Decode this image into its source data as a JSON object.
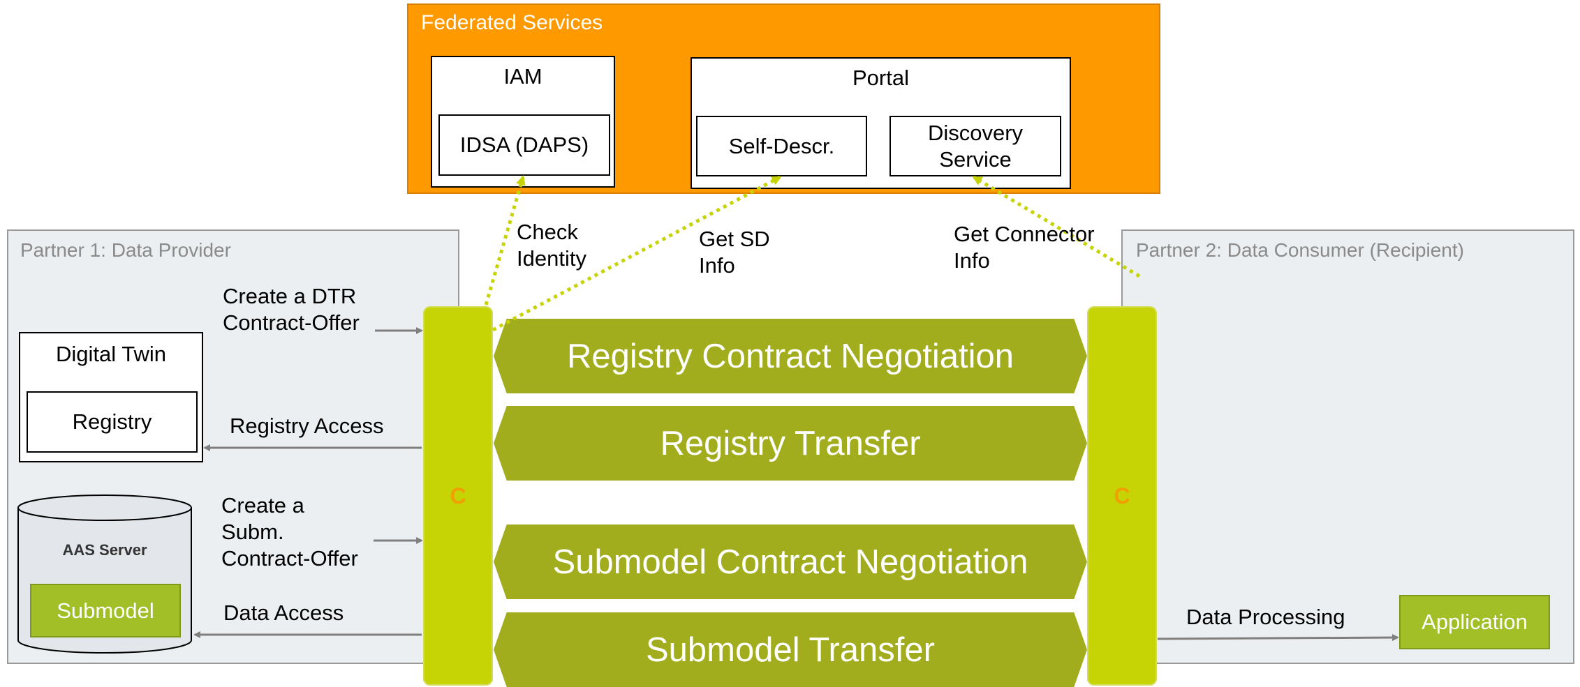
{
  "federated": {
    "title": "Federated Services",
    "iam_label": "IAM",
    "idsa_label": "IDSA (DAPS)",
    "portal_label": "Portal",
    "selfdescr_label": "Self-Descr.",
    "discovery_label": "Discovery Service"
  },
  "partner1": {
    "title": "Partner 1:  Data Provider",
    "digital_twin_label": "Digital Twin",
    "registry_label": "Registry",
    "aas_server_label": "AAS Server",
    "submodel_label": "Submodel"
  },
  "partner2": {
    "title": "Partner 2:  Data Consumer (Recipient)",
    "application_label": "Application"
  },
  "flows": {
    "create_dtr_offer": "Create a DTR Contract-Offer",
    "registry_access": "Registry Access",
    "create_subm_offer": "Create a Subm. Contract-Offer",
    "data_access": "Data Access",
    "data_processing": "Data Processing",
    "check_identity": "Check Identity",
    "get_sd_info": "Get SD Info",
    "get_connector_info": "Get Connector Info"
  },
  "connectors": {
    "left_label": "C",
    "right_label": "C"
  },
  "bands": {
    "registry_negotiation": "Registry Contract Negotiation",
    "registry_transfer": "Registry Transfer",
    "submodel_negotiation": "Submodel Contract Negotiation",
    "submodel_transfer": "Submodel Transfer"
  },
  "colors": {
    "federated_bg": "#ff9900",
    "connector": "#c6d305",
    "band": "#a2ad1e",
    "dotted_line": "#c6d305",
    "arrow": "#7f7f7f",
    "partner_bg": "#eceff1"
  }
}
